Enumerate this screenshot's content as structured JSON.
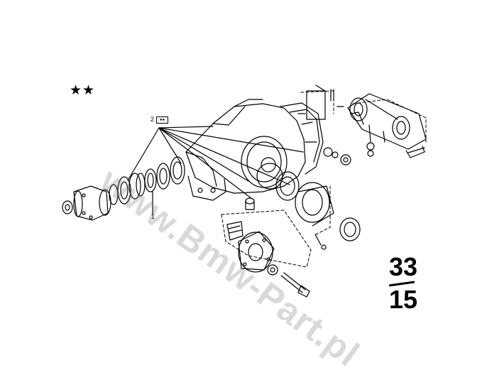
{
  "header": {
    "stars": "★★"
  },
  "callouts": {
    "label_2": "2",
    "label_2_box": "▪▪",
    "label_1": "1"
  },
  "watermark": {
    "text": "www.Bmw-Part.pl"
  },
  "group": {
    "main": "33",
    "sub": "15"
  }
}
